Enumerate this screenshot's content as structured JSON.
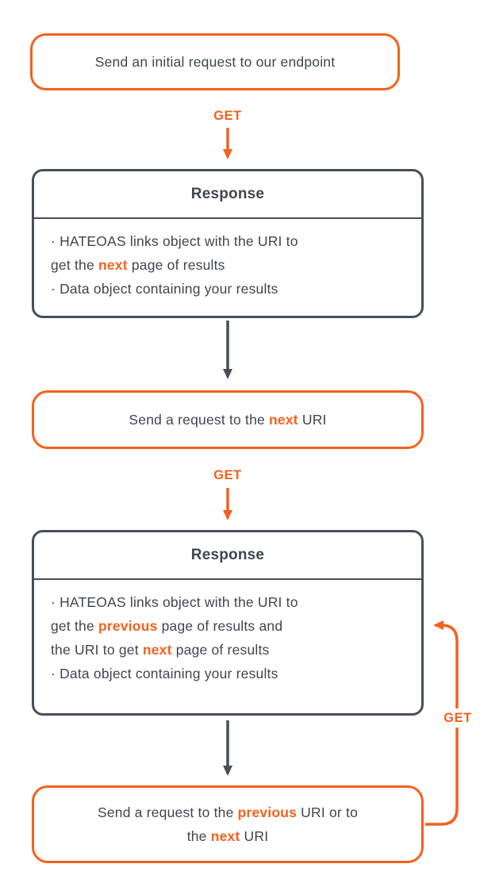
{
  "colors": {
    "accent_orange": "#F4611D",
    "slate": "#3F4650",
    "background": "#FFFFFF"
  },
  "diagram": {
    "step1": {
      "label": "Send an initial request to our endpoint"
    },
    "get1": "GET",
    "response1": {
      "title": "Response",
      "bullet1": {
        "line1": "· HATEOAS links object with the URI to",
        "line2_pre": "get the ",
        "line2_highlight": "next",
        "line2_post": " page of results"
      },
      "bullet2": "· Data object containing your results"
    },
    "step2": {
      "pre": "Send a request to the ",
      "highlight": "next",
      "post": " URI"
    },
    "get2": "GET",
    "response2": {
      "title": "Response",
      "bullet1": {
        "line1": "· HATEOAS links object with the URI to",
        "line2_pre": "get the ",
        "line2_highlight": "previous",
        "line2_post": " page of results and",
        "line3_pre": "the URI to get ",
        "line3_highlight": "next",
        "line3_post": " page of results"
      },
      "bullet2": "· Data object containing your results"
    },
    "step3": {
      "line1_pre": "Send a request to the ",
      "line1_highlight": "previous",
      "line1_post": " URI or to",
      "line2_pre": "the ",
      "line2_highlight": "next",
      "line2_post": " URI"
    },
    "get3": "GET"
  }
}
